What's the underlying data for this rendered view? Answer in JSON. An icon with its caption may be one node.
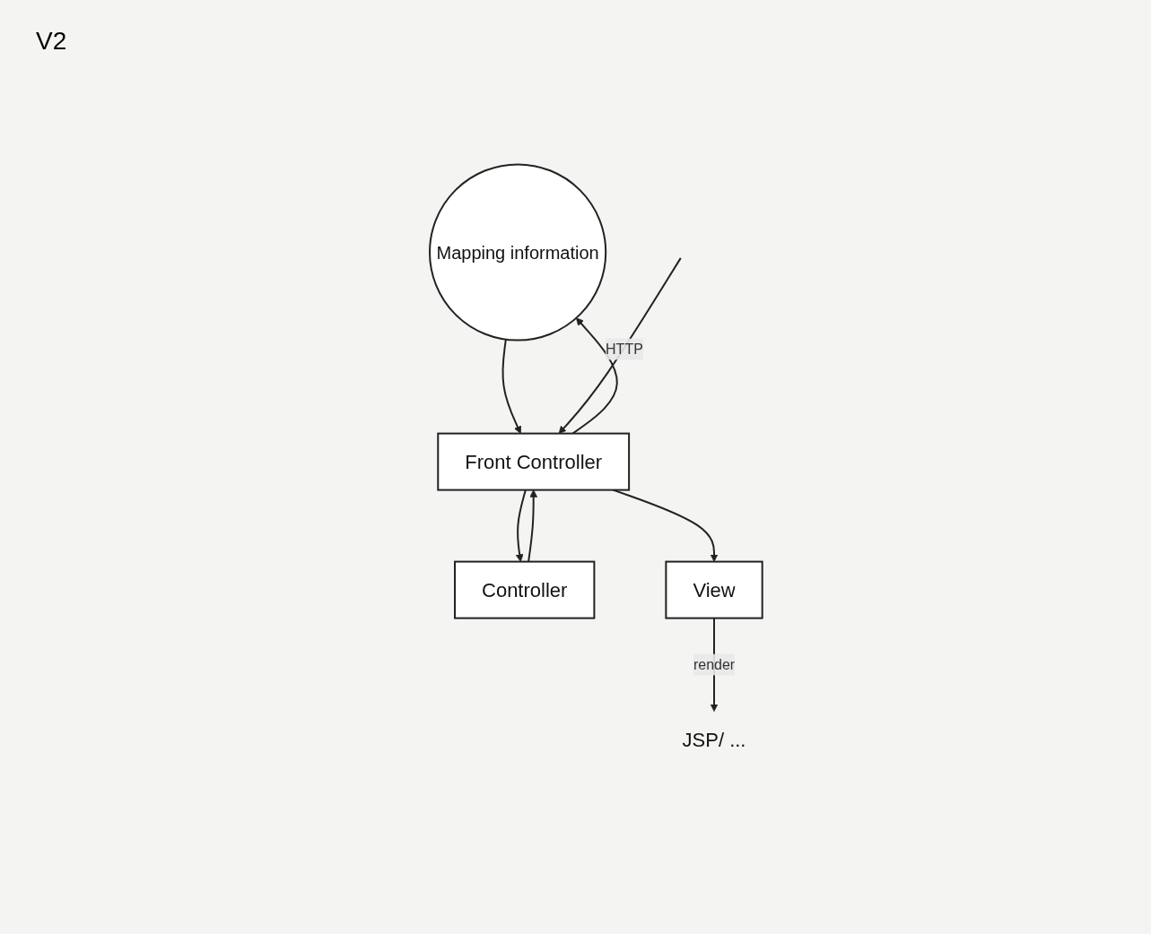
{
  "diagram": {
    "nodes": [
      {
        "text": [
          "Mapping information"
        ]
      },
      {
        "text": [
          "Front Controller"
        ]
      },
      {
        "text": [
          "Controller"
        ]
      },
      {
        "text": [
          "View"
        ]
      },
      {
        "text": [
          "JSP/ ..."
        ]
      }
    ],
    "edges": [
      {
        "from": 1,
        "to": 0,
        "arrow": "to"
      },
      {
        "from": 0,
        "to": 1,
        "arrow": "to"
      },
      {
        "from": 1,
        "to": 2,
        "arrow": "to"
      },
      {
        "from": 2,
        "to": 1,
        "arrow": "to"
      },
      {
        "from": 1,
        "to": 3,
        "arrow": "to"
      },
      {
        "from": 3,
        "to": 4,
        "label": "render",
        "arrow": "to"
      },
      {
        "from": null,
        "to": 1,
        "label": "HTTP",
        "arrow": "to"
      }
    ],
    "labels": [
      "V2"
    ]
  }
}
